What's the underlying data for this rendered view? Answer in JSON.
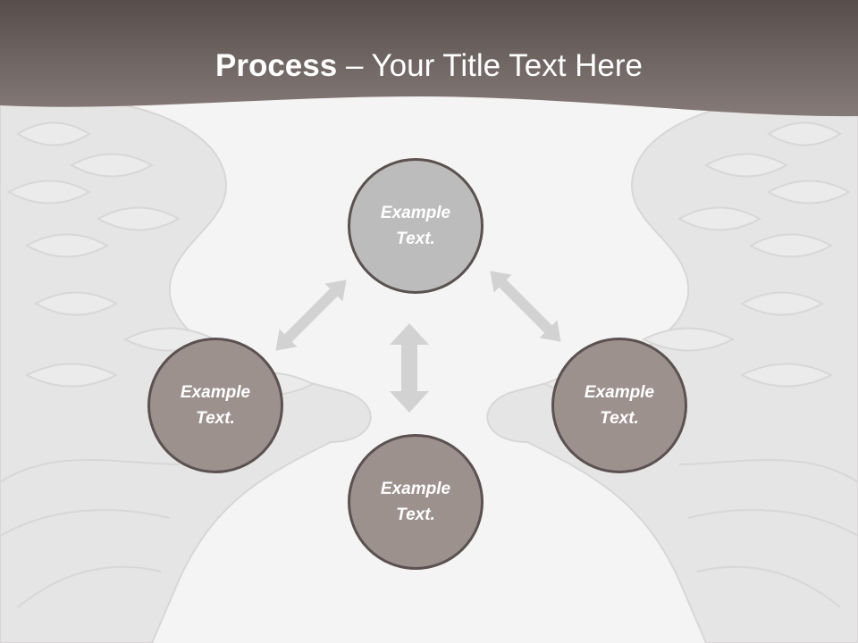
{
  "title": {
    "bold": "Process",
    "rest": " – Your Title Text Here"
  },
  "nodes": {
    "top": "Example\nText.",
    "left": "Example\nText.",
    "right": "Example\nText.",
    "bottom": "Example\nText."
  },
  "colors": {
    "header": "#6e6463",
    "top_node": "#bdbcbc",
    "node": "#9d918e",
    "node_border": "#5a5150",
    "arrow": "#d2d2d2"
  },
  "icons": [
    "wing-left-icon",
    "wing-right-icon",
    "double-arrow-icon"
  ]
}
